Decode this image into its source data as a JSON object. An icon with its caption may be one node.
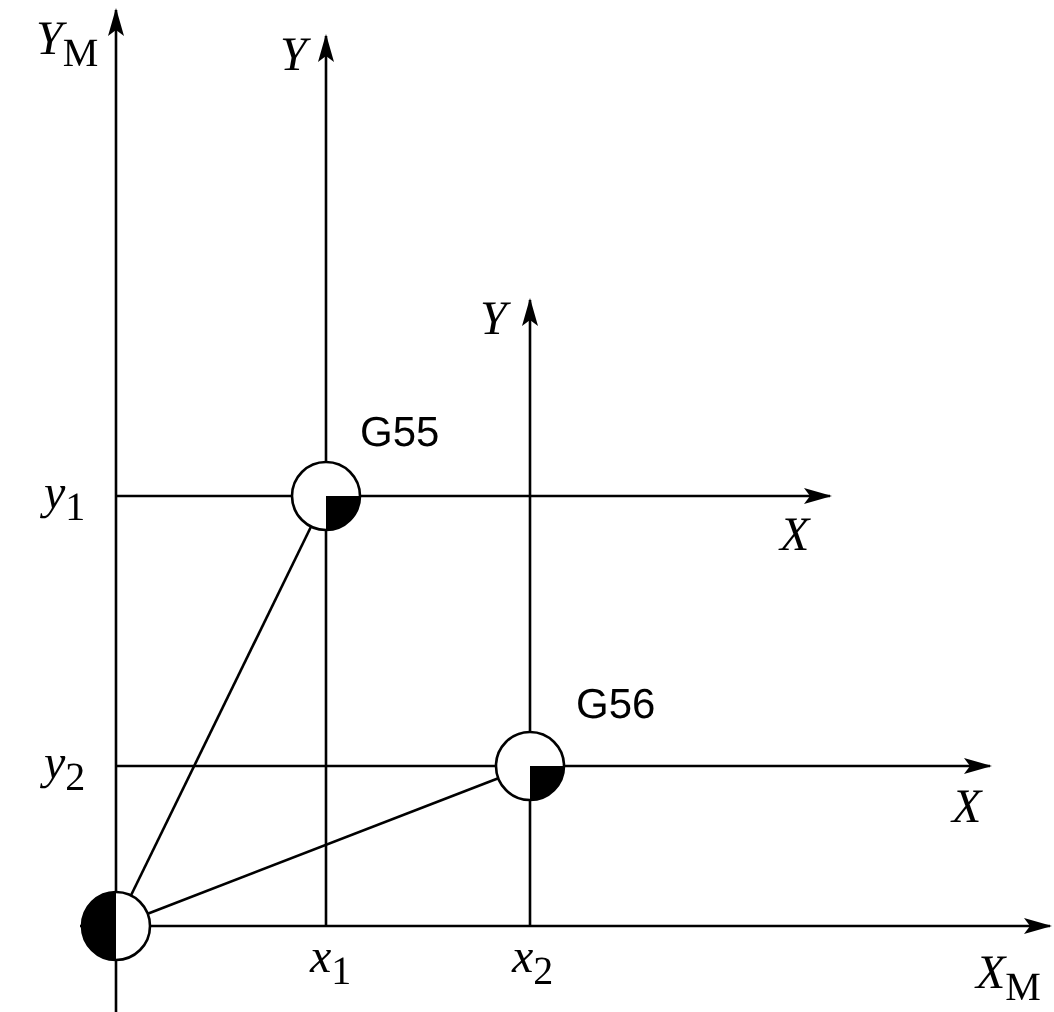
{
  "diagram": {
    "nodes": [
      {
        "text": [],
        "shape": "circle"
      },
      {
        "text": [],
        "shape": "circle",
        "beside": [
          "G55"
        ]
      },
      {
        "text": [],
        "shape": "circle",
        "beside": [
          "G56"
        ]
      }
    ],
    "edges": [
      {
        "from": 0,
        "to": 1,
        "arrow": "none"
      },
      {
        "from": 0,
        "to": 2,
        "arrow": "none"
      }
    ],
    "labels": [
      "*Y*$_{M}$",
      "*Y*",
      "*Y*",
      "*y*$_{1}$",
      "*X*",
      "*y*$_{2}$",
      "*X*",
      "*x*$_{1}$",
      "*x*$_{2}$",
      "*X*$_{M}$"
    ]
  }
}
